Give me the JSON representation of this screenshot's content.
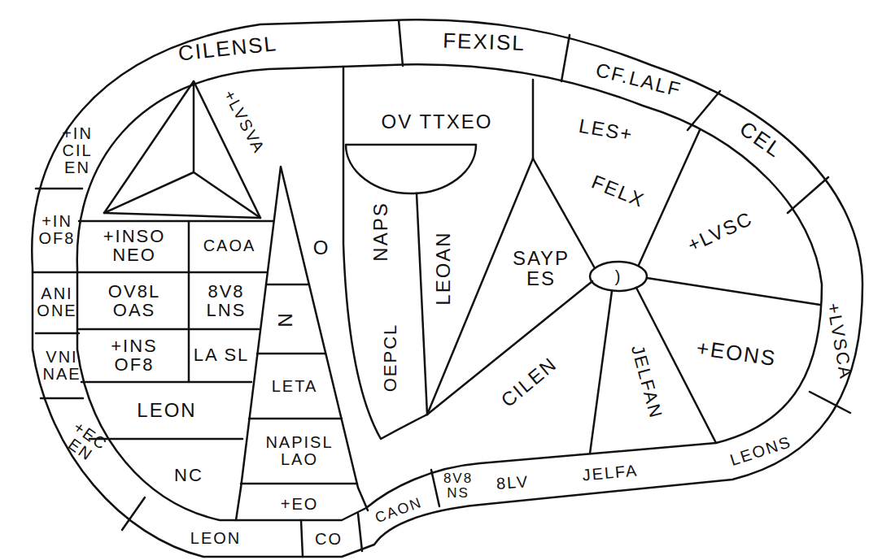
{
  "diagram": {
    "labels": [
      "CILENSL",
      "FEXISL",
      "CF.LALF",
      "CEL",
      "+LVSCA",
      "+IN CIL EN",
      "+IN OF8",
      "ANI ONE",
      "VNI NAE",
      "+EC EN",
      "NC",
      "LEON",
      "CO",
      "CAON",
      "8V8 NS",
      "8LV",
      "JELFA",
      "LEONS",
      "+LVSVA",
      "+INSO NEO",
      "CAOA",
      "O",
      "N",
      "OV8L OAS",
      "8V8 LNS",
      "+INS OF8",
      "LA SL",
      "LEON",
      "LETA",
      "NAPISL LAO",
      "+EO",
      "NAPS",
      "OEPCL",
      "OV TTXEO",
      "LEOAN",
      "LES+",
      "FELX",
      "+LVSC",
      "SAYP ES",
      "CILEN",
      "JELFAN",
      "+EONS",
      ")"
    ]
  }
}
